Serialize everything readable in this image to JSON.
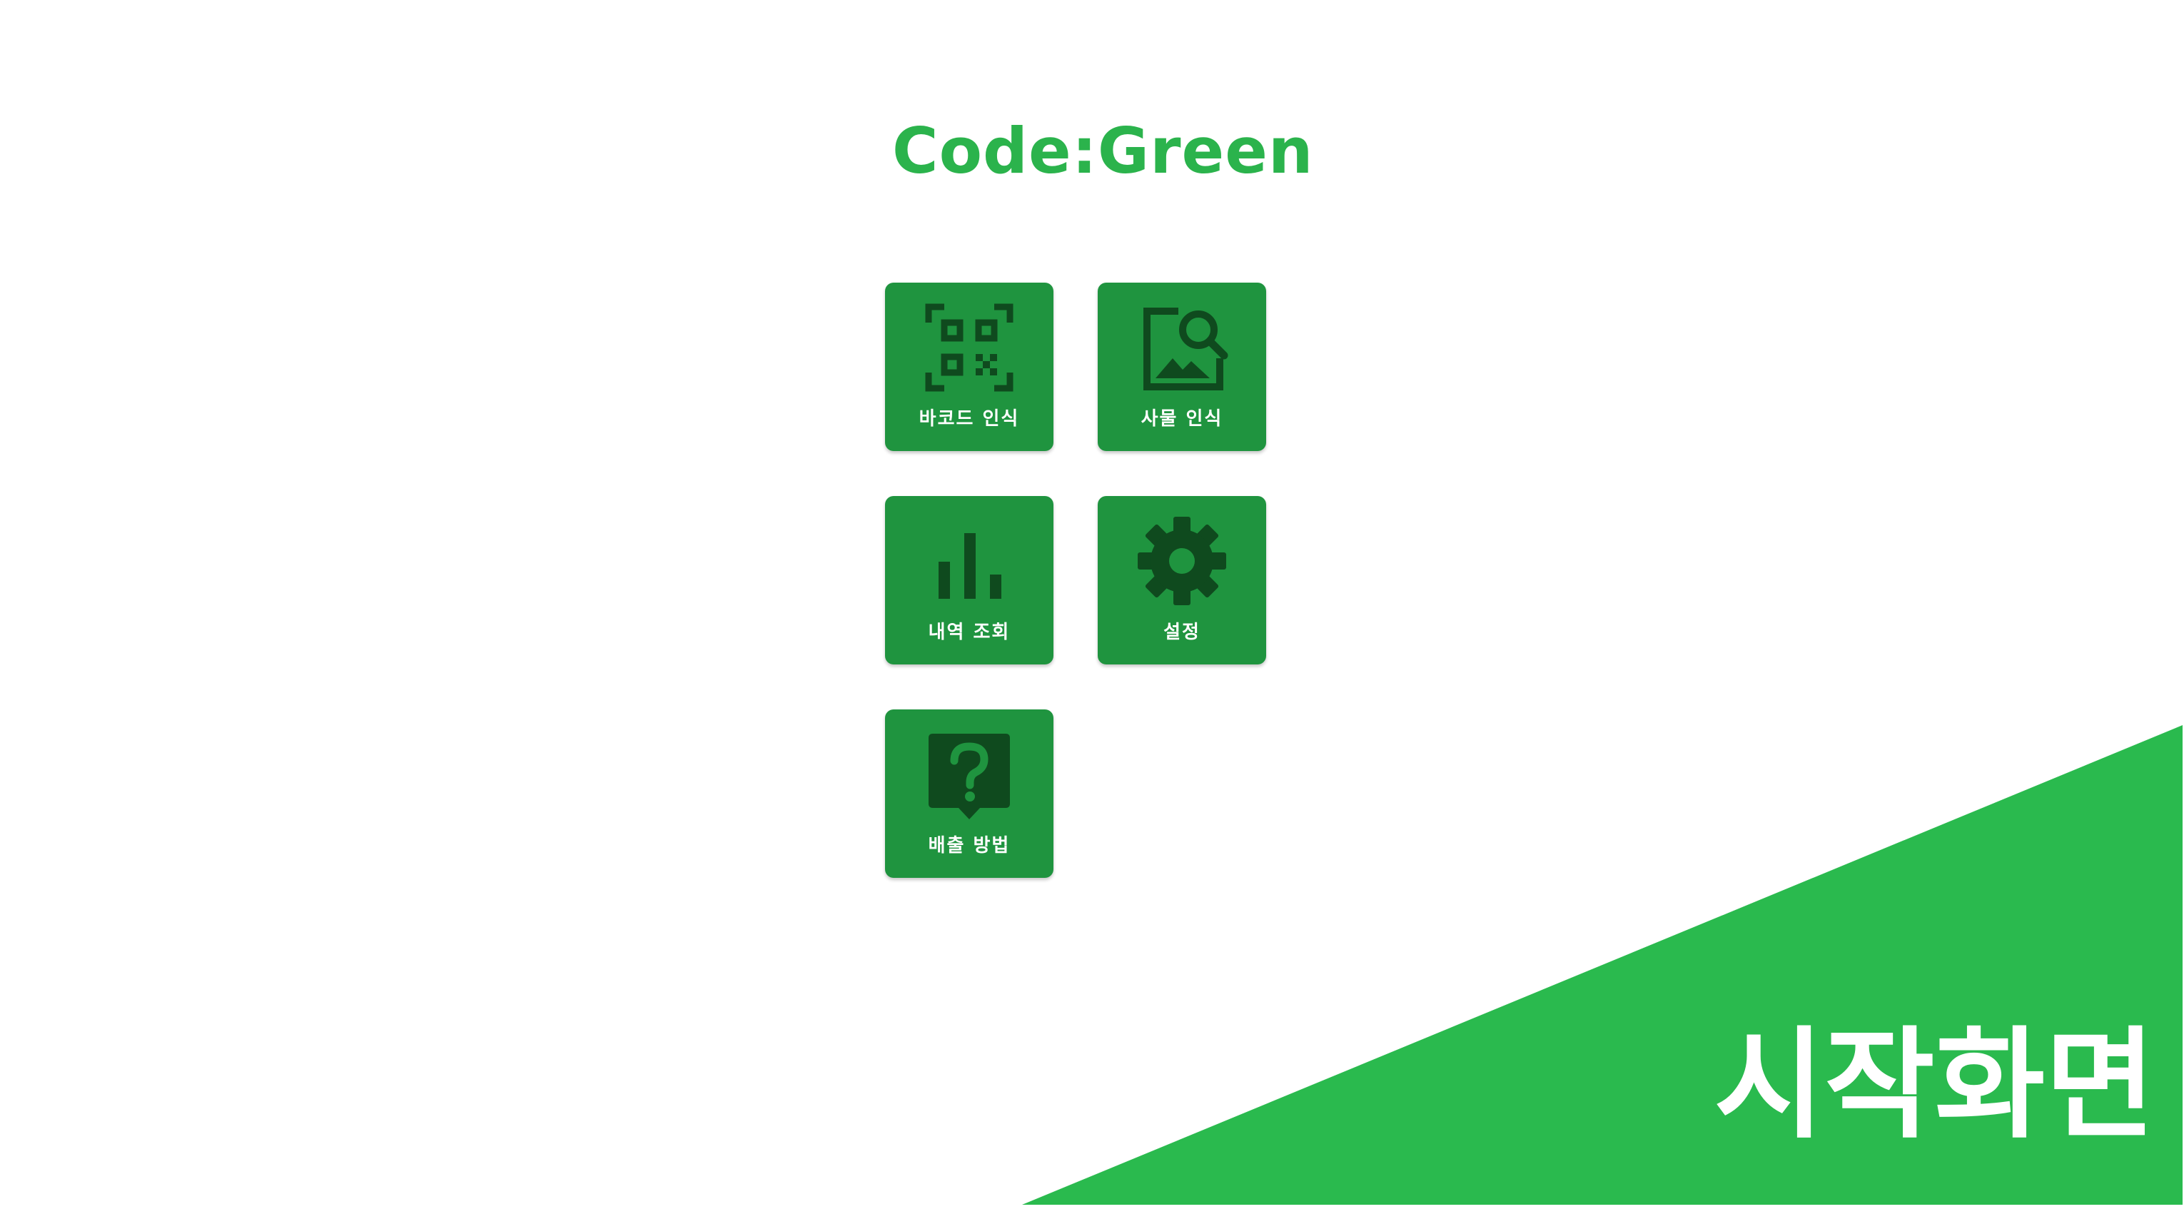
{
  "app": {
    "logo_text": "Code:Green"
  },
  "menu": {
    "items": [
      {
        "label": "바코드 인식",
        "icon": "qr-scan-icon"
      },
      {
        "label": "사물 인식",
        "icon": "image-search-icon"
      },
      {
        "label": "내역 조회",
        "icon": "bar-chart-icon"
      },
      {
        "label": "설정",
        "icon": "gear-icon"
      },
      {
        "label": "배출 방법",
        "icon": "help-bubble-icon"
      }
    ]
  },
  "caption": {
    "text": "시작화면"
  },
  "colors": {
    "brand_green": "#2bb34c",
    "tile_green": "#1f943f",
    "icon_dark": "#0f4a1e",
    "banner_green": "#2aba4e"
  }
}
